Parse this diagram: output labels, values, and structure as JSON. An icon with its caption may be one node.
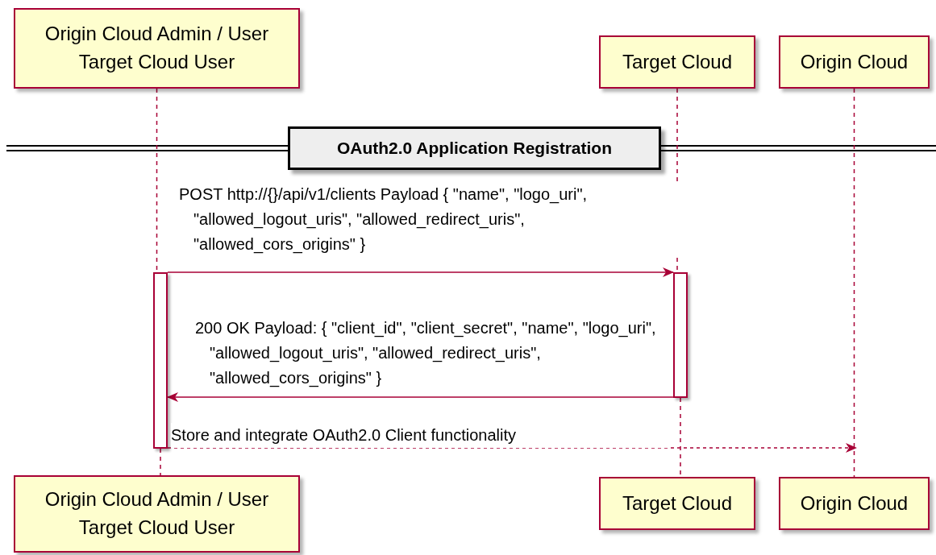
{
  "diagram": {
    "nodes": [
      {
        "text": [
          "Origin Cloud Admin / User Target Cloud User"
        ]
      },
      {
        "text": [
          "Target Cloud"
        ]
      },
      {
        "text": [
          "Origin Cloud"
        ]
      },
      {
        "text": [
          "Origin Cloud Admin / User Target Cloud User"
        ]
      },
      {
        "text": [
          "Target Cloud"
        ]
      },
      {
        "text": [
          "Origin Cloud"
        ]
      },
      {
        "text": [],
        "shape": "bar"
      },
      {
        "text": [],
        "shape": "bar"
      },
      {
        "text": [
          "OAuth2.0 Application Registration"
        ]
      }
    ],
    "edges": [
      {
        "from": 0,
        "to": 6,
        "arrow": "none",
        "style": "dashed"
      },
      {
        "from": 6,
        "to": 3,
        "arrow": "none",
        "style": "dashed"
      },
      {
        "from": 1,
        "to": 7,
        "arrow": "none",
        "style": "dashed"
      },
      {
        "from": 7,
        "to": 4,
        "arrow": "none",
        "style": "dashed"
      },
      {
        "from": 2,
        "to": 5,
        "arrow": "none",
        "style": "dashed"
      },
      {
        "from": 6,
        "to": 7,
        "arrow": "to",
        "label": "POST http://{}/api/v1/clients Payload { \"name\", \"logo_uri\", \"allowed_logout_uris\", \"allowed_redirect_uris\", \"allowed_cors_origins\" }"
      },
      {
        "from": 7,
        "to": 6,
        "arrow": "to",
        "label": "200 OK Payload: { \"client_id\", \"client_secret\", \"name\", \"logo_uri\", \"allowed_logout_uris\", \"allowed_redirect_uris\", \"allowed_cors_origins\" }"
      },
      {
        "from": 6,
        "to": null,
        "arrow": "to",
        "style": "dashed",
        "label": "Store and integrate OAuth2.0 Client functionality"
      }
    ]
  }
}
